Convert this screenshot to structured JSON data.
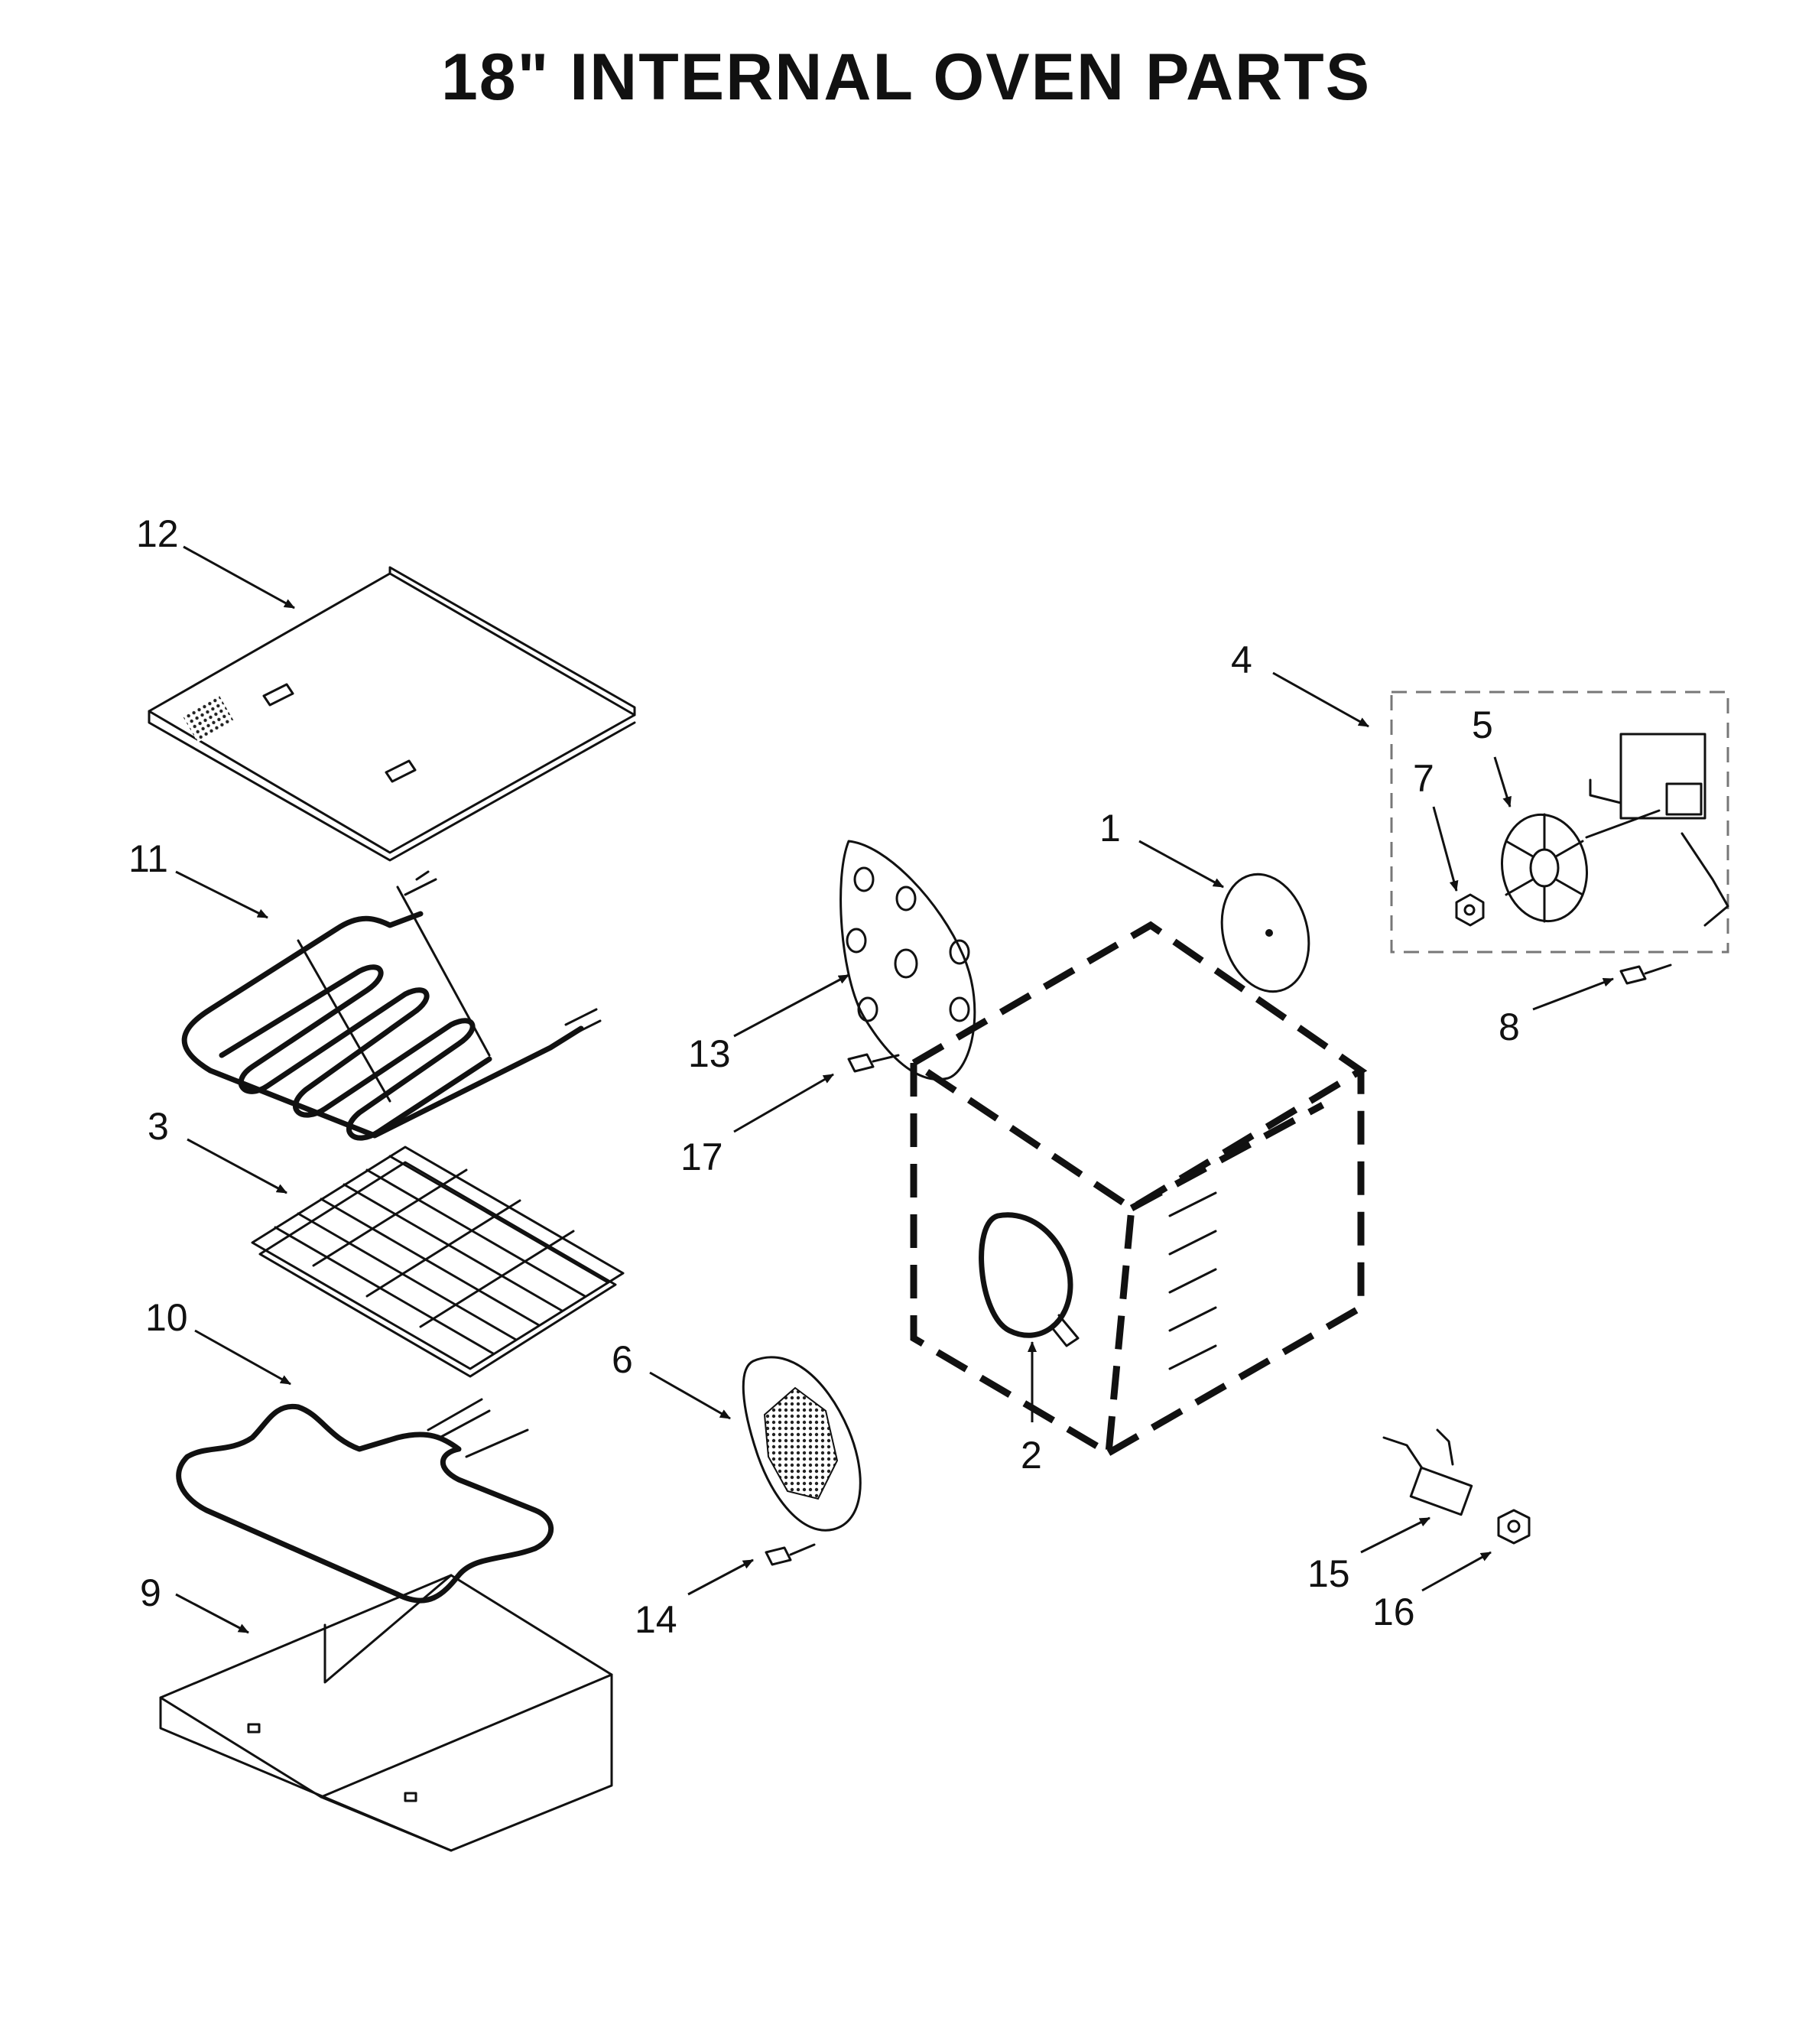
{
  "title": "18\" INTERNAL OVEN PARTS",
  "callouts": [
    "1",
    "2",
    "3",
    "4",
    "5",
    "6",
    "7",
    "8",
    "9",
    "10",
    "11",
    "12",
    "13",
    "14",
    "15",
    "16",
    "17"
  ]
}
